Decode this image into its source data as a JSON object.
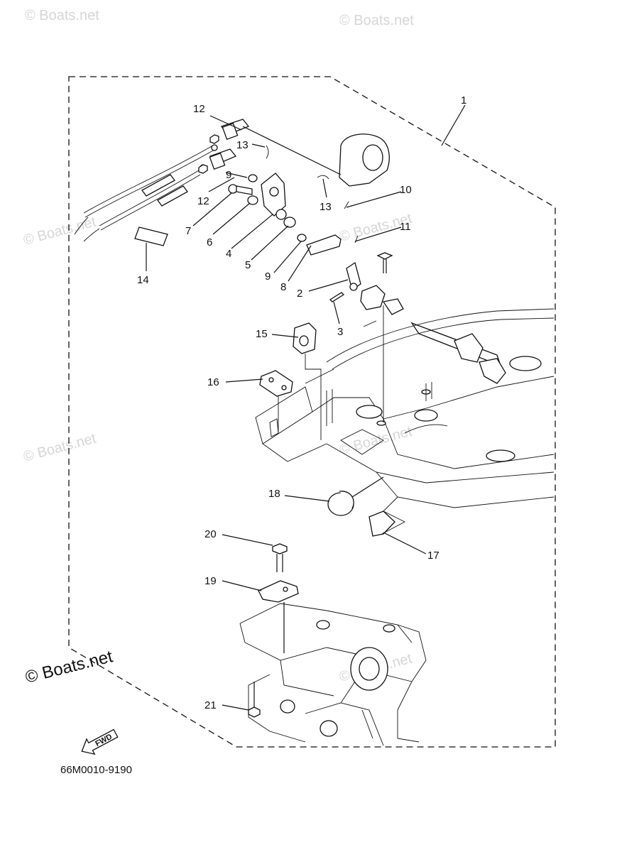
{
  "diagram": {
    "part_code": "66M0010-9190",
    "fwd_label": "FWD",
    "watermark_text": "© Boats.net",
    "watermark_main": "© Boats.net",
    "callouts": [
      {
        "id": "c1",
        "label": "1"
      },
      {
        "id": "c2",
        "label": "2"
      },
      {
        "id": "c3",
        "label": "3"
      },
      {
        "id": "c4",
        "label": "4"
      },
      {
        "id": "c5",
        "label": "5"
      },
      {
        "id": "c6",
        "label": "6"
      },
      {
        "id": "c7",
        "label": "7"
      },
      {
        "id": "c8",
        "label": "8"
      },
      {
        "id": "c9a",
        "label": "9"
      },
      {
        "id": "c9b",
        "label": "9"
      },
      {
        "id": "c10",
        "label": "10"
      },
      {
        "id": "c11",
        "label": "11"
      },
      {
        "id": "c12a",
        "label": "12"
      },
      {
        "id": "c12b",
        "label": "12"
      },
      {
        "id": "c13a",
        "label": "13"
      },
      {
        "id": "c13b",
        "label": "13"
      },
      {
        "id": "c14",
        "label": "14"
      },
      {
        "id": "c15",
        "label": "15"
      },
      {
        "id": "c16",
        "label": "16"
      },
      {
        "id": "c17",
        "label": "17"
      },
      {
        "id": "c18",
        "label": "18"
      },
      {
        "id": "c19",
        "label": "19"
      },
      {
        "id": "c20",
        "label": "20"
      },
      {
        "id": "c21",
        "label": "21"
      }
    ]
  }
}
